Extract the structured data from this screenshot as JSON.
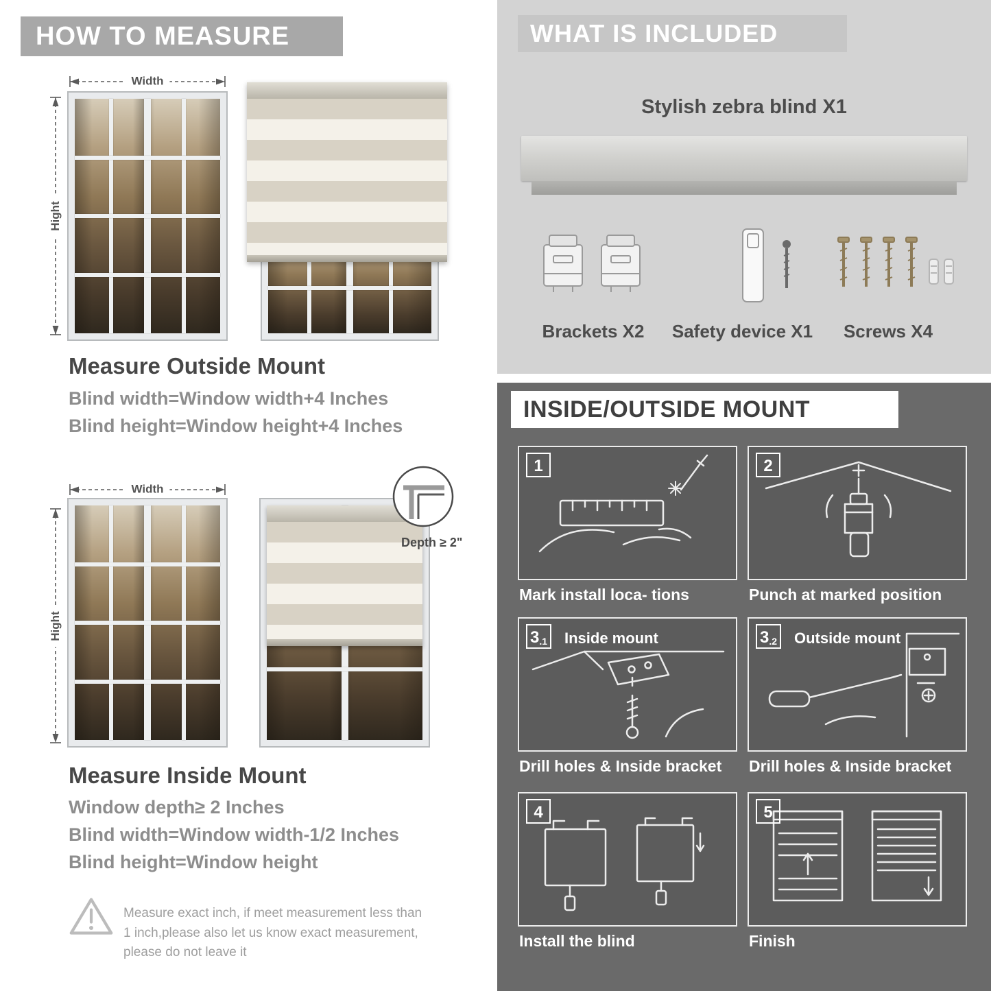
{
  "colors": {
    "header_gray": "#a8a8a8",
    "included_bg": "#d3d3d3",
    "mount_bg": "#6a6a6a",
    "stripe_tan": "#d8d2c5"
  },
  "left": {
    "header": "HOW TO MEASURE",
    "labels": {
      "width": "Width",
      "height": "Hight"
    },
    "outside": {
      "title": "Measure Outside Mount",
      "line1": "Blind width=Window width+4 Inches",
      "line2": "Blind height=Window height+4 Inches"
    },
    "inside": {
      "depth": "Depth ≥ 2\"",
      "title": "Measure Inside Mount",
      "line1": "Window depth≥ 2 Inches",
      "line2": "Blind width=Window width-1/2 Inches",
      "line3": "Blind height=Window height"
    },
    "note": "Measure exact inch, if meet measurement less than 1 inch,please also let us know exact measurement, please do not leave it"
  },
  "right": {
    "included": {
      "header": "WHAT IS INCLUDED",
      "product": "Stylish zebra blind X1",
      "items": [
        {
          "label": "Brackets X2"
        },
        {
          "label": "Safety device X1"
        },
        {
          "label": "Screws X4"
        }
      ]
    },
    "mount": {
      "header": "INSIDE/OUTSIDE MOUNT",
      "steps": [
        {
          "num": "1",
          "sub_num": "",
          "label": "",
          "caption": "Mark install loca- tions"
        },
        {
          "num": "2",
          "sub_num": "",
          "label": "",
          "caption": "Punch at  marked position"
        },
        {
          "num": "3",
          "sub_num": ".1",
          "label": "Inside mount",
          "caption": "Drill holes &  Inside bracket"
        },
        {
          "num": "3",
          "sub_num": ".2",
          "label": "Outside mount",
          "caption": "Drill holes &  Inside bracket"
        },
        {
          "num": "4",
          "sub_num": "",
          "label": "",
          "caption": "Install the blind"
        },
        {
          "num": "5",
          "sub_num": "",
          "label": "",
          "caption": "Finish"
        }
      ]
    }
  }
}
